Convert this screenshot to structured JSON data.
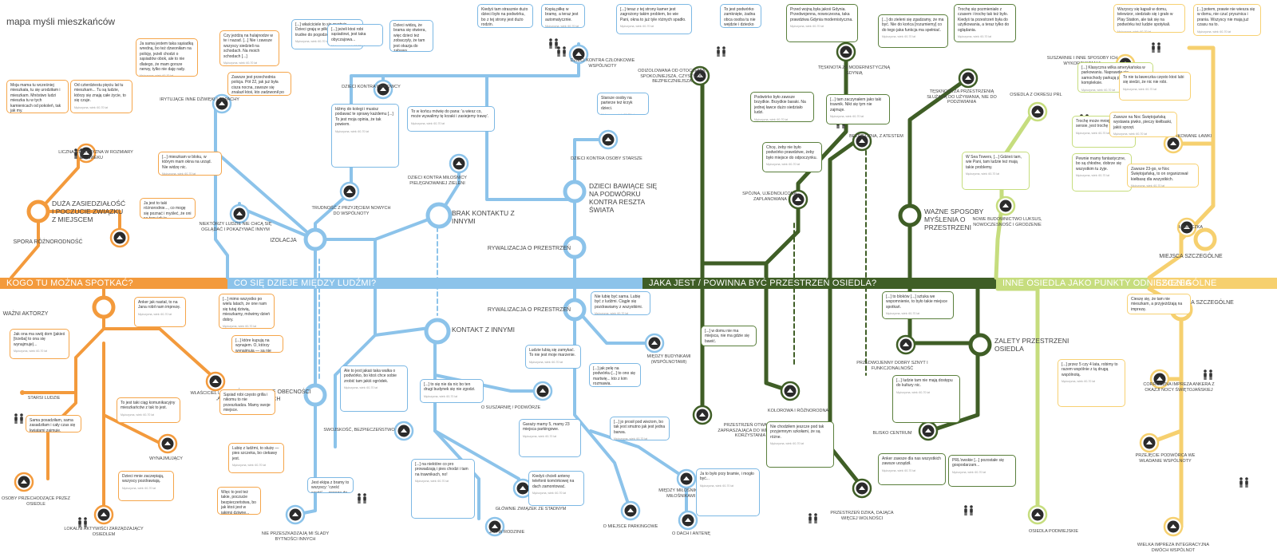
{
  "title": "mapa myśli mieszkańców",
  "colors": {
    "orange": "#f39a3c",
    "blue": "#8cc3ea",
    "green": "#3f5e26",
    "lime": "#c6dd7e",
    "yellow": "#f6d06f"
  },
  "band": {
    "sections": [
      {
        "label": "KOGO TU MOŻNA SPOTKAĆ?",
        "color": "#f39a3c"
      },
      {
        "label": "CO SIĘ DZIEJE MIĘDZY LUDŹMI?",
        "color": "#8cc3ea"
      },
      {
        "label": "JAKA JEST / POWINNA BYĆ PRZESTRZEŃ OSIEDLA?",
        "color": "#3f5e26"
      },
      {
        "label": "INNE OSIEDLA JAKO PUNKTY ODNIESIENIA",
        "color": "#c6dd7e"
      },
      {
        "label": "SZCZEGÓLNE",
        "color": "#f6d06f"
      }
    ]
  },
  "main_nodes": [
    {
      "label": "DUŻA ZASIEDZIAŁOŚĆ I POCZUCIE ZWIĄZKU Z MIEJSCEM"
    },
    {
      "label": "SPORA RÓŻNORODNOŚĆ"
    },
    {
      "label": "WAŻNI AKTORZY"
    },
    {
      "label": "IZOLACJA"
    },
    {
      "label": "BRAK KONTAKTU Z INNYMI"
    },
    {
      "label": "DZIECI BAWIĄCE SIĘ NA PODWÓRKU KONTRA RESZTA ŚWIATA"
    },
    {
      "label": "RYWALIZACJA O PRZESTRZEŃ"
    },
    {
      "label": "RYWALIZACJA O PRZESTRZEŃ"
    },
    {
      "label": "KONTAKT Z INNYMI"
    },
    {
      "label": "DOŚWIADCZANIE OBECNOŚCI INNYCH"
    },
    {
      "label": "WAŻNE SPOSOBY MYŚLENIA O PRZESTRZENI"
    },
    {
      "label": "ZALETY PRZESTRZENI OSIEDLA"
    },
    {
      "label": "MIEJSCA SZCZEGÓLNE"
    },
    {
      "label": "WYDARZENIA SZCZEGÓLNE"
    }
  ],
  "sub_nodes": [
    {
      "label": "LICZNA STARSZYZNA W ROZMIARY WIEKU"
    },
    {
      "label": "IRYTUJĄCE INNE DŹWIĘKI I ZAPACHY"
    },
    {
      "label": "NIEKTÓRZY LUDZIE NIE CHCĄ SIĘ OGLĄDAĆ I POKAZYWAĆ INNYM"
    },
    {
      "label": "TRUDNOŚĆ Z PRZYJĘCIEM NOWYCH DO WSPÓLNOTY"
    },
    {
      "label": "DZIECI KONTRA KIEROWCY"
    },
    {
      "label": "DZIECI KONTRA CZŁONKOWIE WSPÓLNOTY"
    },
    {
      "label": "DZIECI KONTRA OSOBY STARSZE"
    },
    {
      "label": "DZIECI KONTRA MIŁOŚNICY PIELĘGNOWANEJ ZIELENI"
    },
    {
      "label": "ODIZOLOWANA OD OTOCZENIA, SPOKOJNIEJSZA, CZYSTSZA I BEZPIECZNIEJSZA"
    },
    {
      "label": "TĘSKNOTA ZA MODERNISTYCZNĄ GDYNIĄ"
    },
    {
      "label": "TĘSKNOTA ZA PRZESTRZENIĄ SŁUŻĄCĄ DO UŻYWANIA, NIE DO PODZIWIANIA"
    },
    {
      "label": "BEZPIECZNA, Z ATESTEM"
    },
    {
      "label": "SPÓJNA, UJEDNOLICONA, ZAPLANOWANA"
    },
    {
      "label": "OSIEDLA Z OKRESU PRL"
    },
    {
      "label": "NOWE BUDOWNICTWO LUKSUS, NOWOCZESNOŚĆ I GRODZENIE"
    },
    {
      "label": "SUSZARNIE I INNE SPOSOBY ICH WYKORZYSTANIA"
    },
    {
      "label": "INTENSYWNIE UŻYTKOWANE ŁAWKI"
    },
    {
      "label": "ŁAWECZKA"
    },
    {
      "label": "STARSI LUDZIE"
    },
    {
      "label": "WŁAŚCICIEL LOKALNEJ PIZZERII „ANKER”"
    },
    {
      "label": "WYNAJMUJĄCY"
    },
    {
      "label": "OSOBY PRZECHODZĄCE PRZEZ OSIEDLE"
    },
    {
      "label": "LOKALNI AKTYWIŚCI ZARZĄDZAJĄCY OSIEDLEM"
    },
    {
      "label": "SWOJSKOŚĆ, BEZPIECZEŃSTWO"
    },
    {
      "label": "NIE PRZESZKADZAJĄ MI ŚLADY BYTNOŚCI INNYCH"
    },
    {
      "label": "O SUSZARNIĘ / PODWÓRZE"
    },
    {
      "label": "GŁÓWNIE ZWIĄZEK ZE STADNYM"
    },
    {
      "label": "JAK W RODZINIE"
    },
    {
      "label": "MIĘDZY BUDYNKAMI (WSPÓLNOTAMI)"
    },
    {
      "label": "O MIEJSCE PARKINGOWE"
    },
    {
      "label": "MIĘDZY MIŁOŚNIKAMI ZIELENI A MIŁOŚNIKAMI ZWIERZĄT"
    },
    {
      "label": "O DACH I ANTENĘ"
    },
    {
      "label": "PRZESTRZEŃ OTWARTA, ZAPRASZAJĄCA DO WEJŚCIA I KORZYSTANIA"
    },
    {
      "label": "KOLOROWA I RÓŻNORODNA"
    },
    {
      "label": "PRZESTRZEŃ DZIKA, DAJĄCA WIĘCEJ WOLNOŚCI"
    },
    {
      "label": "PRZEDWOJENNY DOBRY SZNYT I FUNKCJONALNOŚĆ"
    },
    {
      "label": "BLISKO CENTRUM"
    },
    {
      "label": "OSIEDLA PODMIEJSKIE"
    },
    {
      "label": "CORROCZNA IMPREZA ANKERA Z OKAZJI NOCY ŚWIĘTOJAŃSKIEJ"
    },
    {
      "label": "PRZEJĘCIE PODWÓRCA WE WŁADANIE WSPÓLNOTY"
    },
    {
      "label": "WIELKA IMPREZA INTEGRACYJNA DWÓCH WSPÓLNOT"
    }
  ],
  "quote_signature": "Mężczyzna, wiek: 60-70 lat",
  "quotes": [
    {
      "text": "Moja mama tu wcześniej mieszkała, tu się urodziłam i mieszkam. Mnóstwo ludzi mieszka tu w tych kamienicach od pokoleń, tak jak my."
    },
    {
      "text": "Od czterdziestu pięciu lat tu mieszkam... Tu są ludzie, którzy się znają całe życie, to się czuje."
    },
    {
      "text": "Ja sama jestem taka sąsiadką wredną, bo też dzwoniłam na policję, jeżeli chodzi o sąsiadów obok, ale to nie dlatego, że mam gorsze nerwy, tylko nie daję rady."
    },
    {
      "text": "Czy jeżdżą na hulajnodze w te i nazad. [...] Nie i zawsze wszyscy siedzieli na schodach. Na moich schodach [...]"
    },
    {
      "text": "[...] właściciele to się martwią. Dzieci grają w piłkę. To są niestety trudne do pogodzenia."
    },
    {
      "text": "Kiedyś tam strasznie dużo dzieci było na podwórku, bo z tej strony jest dużo rodzin."
    },
    {
      "text": "Kopią piłkę w bramę, a teraz jest automatycznie."
    },
    {
      "text": "[...] teraz z tej strony kamer jest zagrożony takim problem, bo wie Pani, okna to już tyle różnych spadło."
    },
    {
      "text": "To jest podwórko zamknięte, żadna obca osoba tu nie wejdzie i dziecko nie zginie."
    },
    {
      "text": "Przed wojną była jakoś Gdynia. Przedwojenna, nowoczesna, taka prawdziwa Gdynia modernistyczna."
    },
    {
      "text": "[...] do zieleni się zgadzamy, że ma być. Nie do końca [rozumiemy] co do tego jaka funkcja ma spełniać."
    },
    {
      "text": "Trochę się pozmieniało z czasem i trochę tak też było. Kiedyś ta przestrzeń była do użytkowania, a teraz tylko do oglądania."
    },
    {
      "text": "Wszyscy się kąpali w domu, telewizor, siedziało się i grało w Play Station, ale tak się na podwórku też ludzie spotykali."
    },
    {
      "text": "[...] potem, prawie nie wiesza się w domu, nie czuć prysznica i prania. Wszyscy nie mają już czasu na to."
    },
    {
      "text": "Zawsze jest przechodnia policja. Pół 22, jak już była cisza nocna, zawsze się znalazł ktoś, kto zadzwonił po policję."
    },
    {
      "text": "[...] jeżeli ktoś robi sąsiadowi, jest taka obyczajowa..."
    },
    {
      "text": "Dzieci widzą, że brama się otwiera, więc dzieci też zobaczyły, że tam jest okazja do zabawy."
    },
    {
      "text": "[...] Klasyczna wilka amerykańska w parkowaniu. Naprawdę się samochody parkują przy tym kompleksie."
    },
    {
      "text": "[...] mieszkam w bloku, w którym mam okna na urząd. Nie widzę nic."
    },
    {
      "text": "To w końcu mówię do pana: 'a wiesz co, może wywalimy tę krzaki i zasiejemy trawę'."
    },
    {
      "text": "Starsze osoby na parterze też krzyk dzieci."
    },
    {
      "text": "Podwórko było zawsze brzydkie. Brzydkie baraki. Na jednej ławce dużo siedziało ludzi."
    },
    {
      "text": "Chcę, żeby nie było podwórko prawdziwe, żeby było miejsce do odpoczynku."
    },
    {
      "text": "[...] tam zaczynałem jako taki trawnik. Nikt się tym nie zajmuje."
    },
    {
      "text": "Ja jest to taki różnorodnie..., co mogę się poznać i myśleć, że oni są tacy jak ja."
    },
    {
      "text": "Idźmy do kolegi i musisz podawać te sprawy każdemu [...] To jest moja opinia, że tak powiem."
    },
    {
      "text": "W Sea Towers, [...] Gdzieś tam, wie Pani, tam ludzie też mają takie problemy."
    },
    {
      "text": "Trochę może mniej w pewnym sensie, jest trochę inaczej."
    },
    {
      "text": "Pewnie mamy fantastyczne, bo są chłodne, dobrze się wszystkim tu żyje."
    },
    {
      "text": "To nie ta ławeczka często ktoś lubi się siedzi, że nic nie robi."
    },
    {
      "text": "Zawsze na Noc Świętojańską wystawia piwko, pieczy kiełbaski, jakiś sprzęt."
    },
    {
      "text": "Zawsze 23-go, w Noc Świętojańską, to on organizował kiełbasę dla wszystkich."
    },
    {
      "text": "Anker jak nastał, to na Jana robił nam imprezę."
    },
    {
      "text": "[...] mimo wszystko po wielu latach, że one nam się tutaj dziwią, mieszkamy, mówimy dzień dobry."
    },
    {
      "text": "[...] które kupują na wynajem. O, którzy wynajmują — są nie trochę."
    },
    {
      "text": "Jak ona ma swój dom (jakieś [trzeba] to ona się wynajmuje)..."
    },
    {
      "text": "To jest taki ciąg komunikacyjny mieszkańców z tak to jest."
    },
    {
      "text": "Sąsiad robi często grilla i nikomu to nie przeszkadza. Mamy swoje miejsce."
    },
    {
      "text": "Sama posadziłam, sama zasadziłam i cały czas się kwiatami zajmuję."
    },
    {
      "text": "Lubię z ludźmi, to służę — pies szczeka, bo ciekawy jest."
    },
    {
      "text": "Dzieci mnie zaczepiają, wszyscy pozdrawiają."
    },
    {
      "text": "Więc to jest też takie, poczucie bezpieczeństwa, bo jak ktoś jest w jakimś dziwne..."
    },
    {
      "text": "Jest ekipa z bramy to wszyscy: 'cześć cześć' — zawsze do każdego."
    },
    {
      "text": "Ale to jest jakaś taka walka o podwórko, bo ktoś chce sobie zrobić tam jakiś ogródek."
    },
    {
      "text": "[...] to się nie da nic bo ten drugi budynek się nie zgodzi."
    },
    {
      "text": "Ludzie lubią się zamykać. To nie jest moje marzenie."
    },
    {
      "text": "Nie lubię być sama. Lubię być z ludźmi. Ciągle się pozdrawiamy z wszystkimi."
    },
    {
      "text": "[...] jak pelę na podwórku [...] to ono się martwię... kto z kim rozmawia."
    },
    {
      "text": "Garaży mamy 5, mamy 23 miejsca parkingowe."
    },
    {
      "text": "[...] na niektóre co pro prowadzają i pies chodzi i tam na trawnikach, no!"
    },
    {
      "text": "Kiedyś chcieli antenę telefonii komórkowej na dach zamontować."
    },
    {
      "text": "[...] jo prosił pod wieżom, bo tak jest smutno jak jest jedna barwa."
    },
    {
      "text": "Ja to było przy bramie, i mogło być..."
    },
    {
      "text": "[...] w domu nie ma miejsca, nie ma gdzie się bawić."
    },
    {
      "text": "Nie chodziłem jeszcze pod tak przyjemnym szkołami, że są różne."
    },
    {
      "text": "[...] to bloków [...] sztuka we wspomnienie, to było takie miejsce spotkań."
    },
    {
      "text": "[...] ludzie tam nie mają dostępu do kultury nic."
    },
    {
      "text": "Anker zawsze dla nas wszystkich zawsze urządził."
    },
    {
      "text": "PRL'owskie [...] pozostałe się gospodarzam..."
    },
    {
      "text": "Cieszę się, że tam nie mieszkam, a przyjeżdżają na imprezę."
    },
    {
      "text": "[...] przez 5 czy 4 lata, robimy to razem wspólnie z tą drugą wspólnotą."
    }
  ]
}
